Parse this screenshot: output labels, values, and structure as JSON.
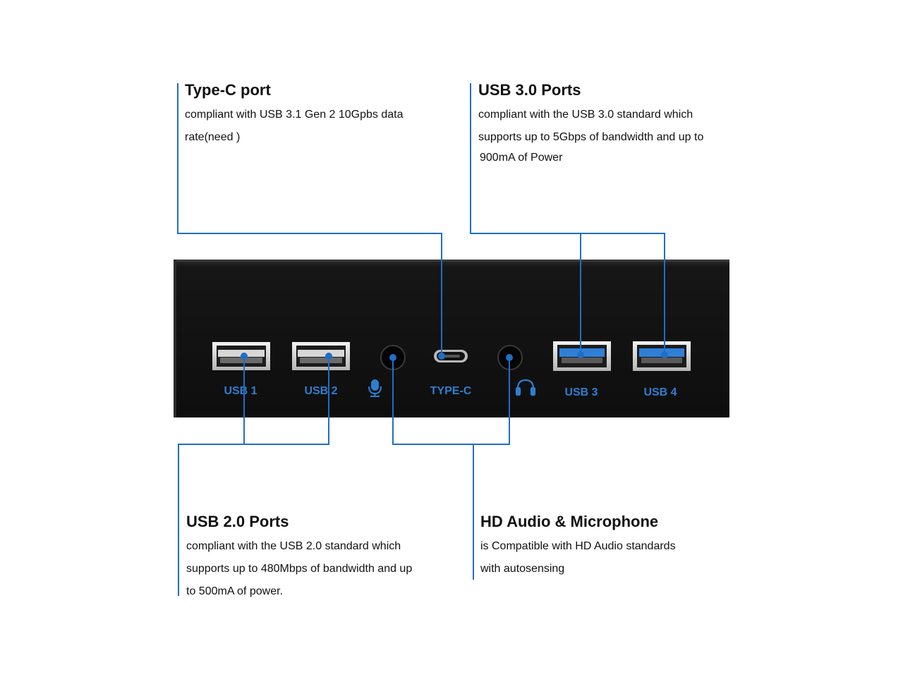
{
  "colors": {
    "accent": "#1f6fc5",
    "panel": "#141414",
    "port_label": "#2d7fd0"
  },
  "callouts": {
    "typec": {
      "title": "Type-C port",
      "lines": [
        "compliant with USB 3.1 Gen 2 10Gpbs data",
        "rate(need )"
      ]
    },
    "usb3": {
      "title": "USB 3.0 Ports",
      "lines": [
        "compliant with the USB 3.0 standard which",
        "supports up to 5Gbps of bandwidth and up to",
        "900mA of Power"
      ]
    },
    "usb2": {
      "title": "USB 2.0 Ports",
      "lines": [
        "compliant with the USB 2.0 standard which",
        "supports up to 480Mbps of bandwidth and up",
        "to 500mA of power."
      ]
    },
    "audio": {
      "title": "HD Audio & Microphone",
      "lines": [
        "is Compatible with HD Audio standards",
        "with autosensing"
      ]
    }
  },
  "panel": {
    "labels": {
      "usb1": "USB 1",
      "usb2": "USB 2",
      "typec": "TYPE-C",
      "usb3": "USB 3",
      "usb4": "USB 4"
    },
    "icons": {
      "mic": "microphone-icon",
      "headphone": "headphone-icon"
    }
  }
}
